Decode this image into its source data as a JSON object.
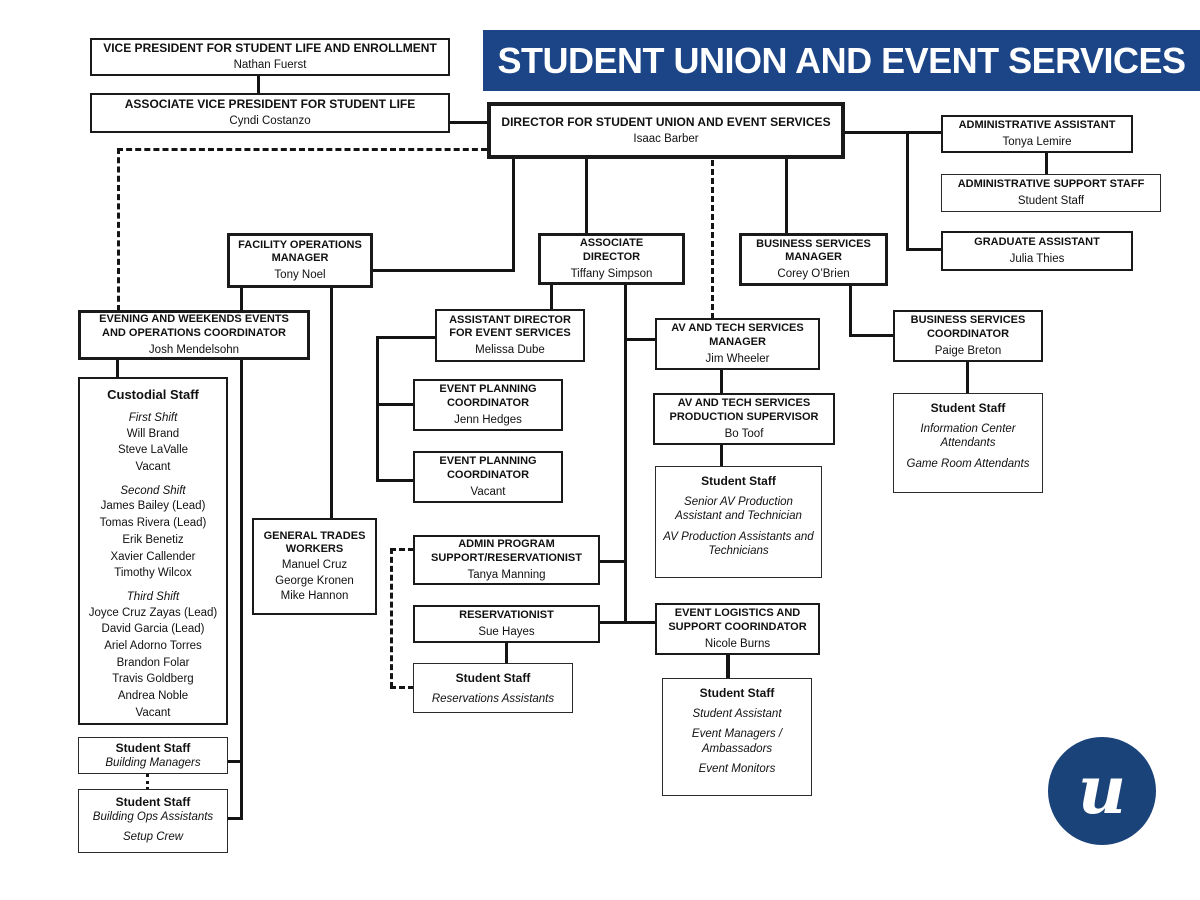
{
  "banner": {
    "title": "STUDENT UNION AND EVENT SERVICES"
  },
  "colors": {
    "banner_blue": "#1c4587",
    "logo_blue": "#1a4379",
    "line": "#141414"
  },
  "logo": {
    "letter": "u"
  },
  "boxes": {
    "vp": {
      "title": "VICE PRESIDENT FOR STUDENT LIFE AND ENROLLMENT",
      "name": "Nathan Fuerst"
    },
    "avp": {
      "title": "ASSOCIATE VICE PRESIDENT FOR STUDENT LIFE",
      "name": "Cyndi Costanzo"
    },
    "director": {
      "title": "DIRECTOR FOR STUDENT UNION AND EVENT SERVICES",
      "name": "Isaac Barber"
    },
    "admin_assistant": {
      "title": "ADMINISTRATIVE ASSISTANT",
      "name": "Tonya Lemire"
    },
    "admin_support": {
      "title": "ADMINISTRATIVE SUPPORT STAFF",
      "name": "Student Staff"
    },
    "graduate_assistant": {
      "title": "GRADUATE ASSISTANT",
      "name": "Julia Thies"
    },
    "facility_ops": {
      "title": "FACILITY OPERATIONS MANAGER",
      "name": "Tony Noel"
    },
    "associate_director": {
      "title": "ASSOCIATE DIRECTOR",
      "name": "Tiffany Simpson"
    },
    "business_manager": {
      "title": "BUSINESS SERVICES MANAGER",
      "name": "Corey O’Brien"
    },
    "evening_coordinator": {
      "title": "EVENING AND WEEKENDS EVENTS AND OPERATIONS COORDINATOR",
      "name": "Josh Mendelsohn"
    },
    "custodial": {
      "title": "Custodial Staff",
      "shifts": [
        {
          "label": "First Shift",
          "names": [
            "Will Brand",
            "Steve LaValle",
            "Vacant"
          ]
        },
        {
          "label": "Second Shift",
          "names": [
            "James Bailey (Lead)",
            "Tomas Rivera (Lead)",
            "Erik Benetiz",
            "Xavier Callender",
            "Timothy Wilcox"
          ]
        },
        {
          "label": "Third Shift",
          "names": [
            "Joyce Cruz Zayas (Lead)",
            "David Garcia (Lead)",
            "Ariel Adorno Torres",
            "Brandon Folar",
            "Travis Goldberg",
            "Andrea Noble",
            "Vacant"
          ]
        }
      ]
    },
    "assistant_director_events": {
      "title": "ASSISTANT DIRECTOR FOR EVENT SERVICES",
      "name": "Melissa Dube"
    },
    "epc1": {
      "title": "EVENT PLANNING COORDINATOR",
      "name": "Jenn Hedges"
    },
    "epc2": {
      "title": "EVENT PLANNING COORDINATOR",
      "name": "Vacant"
    },
    "general_trades": {
      "title": "GENERAL TRADES WORKERS",
      "names": [
        "Manuel Cruz",
        "George Kronen",
        "Mike Hannon"
      ]
    },
    "admin_program": {
      "title": "ADMIN PROGRAM SUPPORT/RESERVATIONIST",
      "name": "Tanya Manning"
    },
    "reservationist": {
      "title": "RESERVATIONIST",
      "name": "Sue Hayes"
    },
    "reservations_staff": {
      "title": "Student Staff",
      "roles": [
        "Reservations Assistants"
      ]
    },
    "av_manager": {
      "title": "AV AND TECH SERVICES MANAGER",
      "name": "Jim Wheeler"
    },
    "av_supervisor": {
      "title": "AV AND TECH SERVICES PRODUCTION SUPERVISOR",
      "name": "Bo Toof"
    },
    "av_staff": {
      "title": "Student Staff",
      "roles": [
        "Senior AV Production Assistant and Technician",
        "AV Production Assistants and Technicians"
      ]
    },
    "event_logistics": {
      "title": "EVENT LOGISTICS AND SUPPORT COORINDATOR",
      "name": "Nicole Burns"
    },
    "events_staff": {
      "title": "Student Staff",
      "roles": [
        "Student Assistant",
        "Event Managers / Ambassadors",
        "Event Monitors"
      ]
    },
    "business_coordinator": {
      "title": "BUSINESS SERVICES COORDINATOR",
      "name": "Paige Breton"
    },
    "business_staff": {
      "title": "Student Staff",
      "roles": [
        "Information Center Attendants",
        "Game Room Attendants"
      ]
    },
    "building_managers": {
      "title": "Student Staff",
      "roles": [
        "Building Managers"
      ]
    },
    "building_ops": {
      "title": "Student Staff",
      "roles": [
        "Building Ops Assistants",
        "Setup Crew"
      ]
    }
  }
}
